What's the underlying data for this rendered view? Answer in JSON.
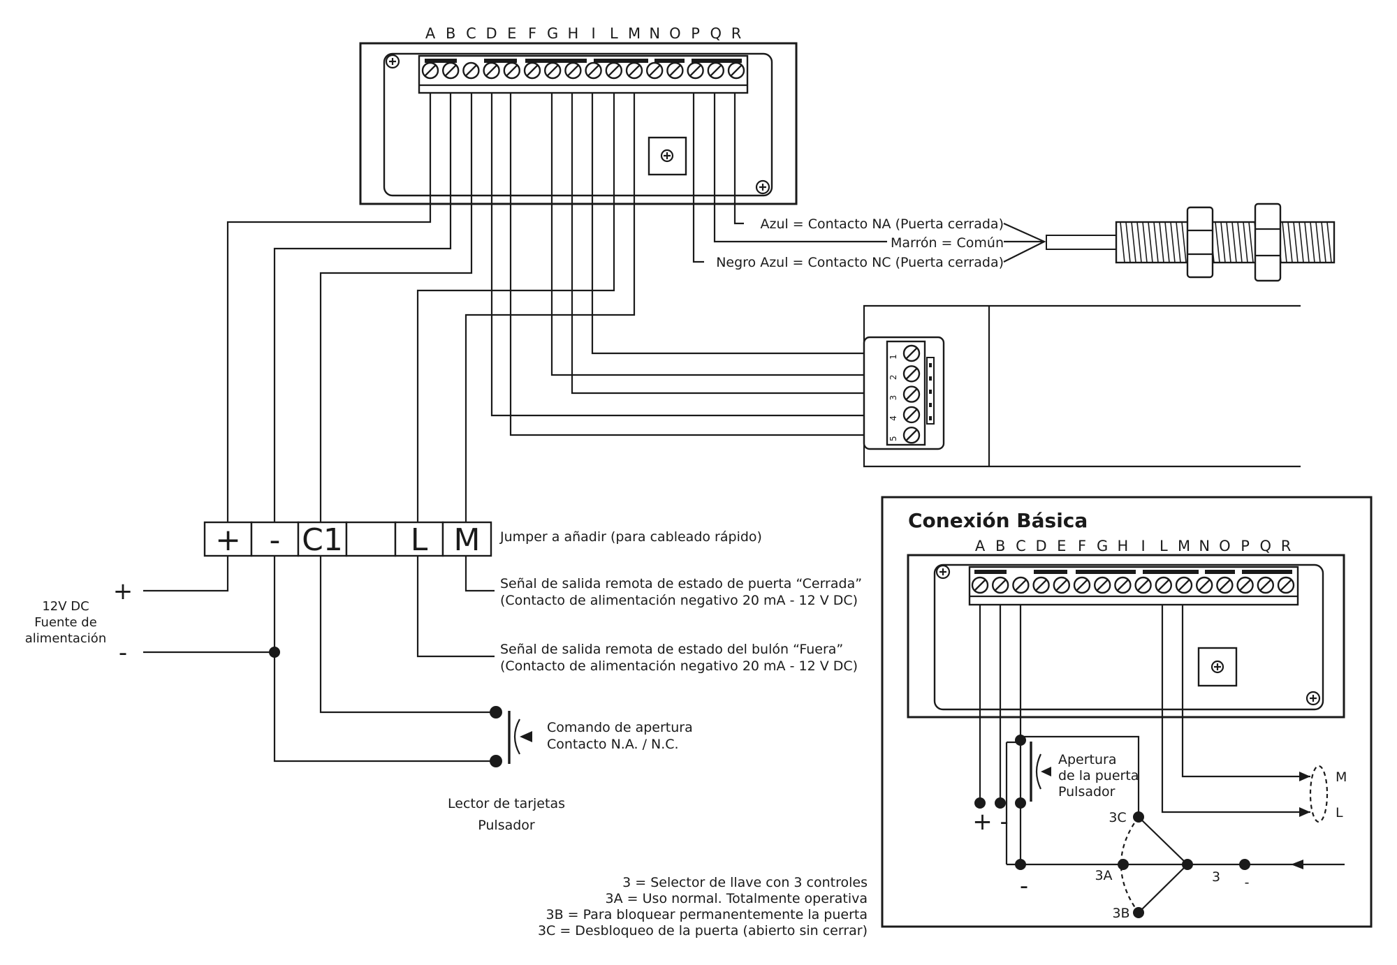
{
  "terminal_letters": [
    "A",
    "B",
    "C",
    "D",
    "E",
    "F",
    "G",
    "H",
    "I",
    "L",
    "M",
    "N",
    "O",
    "P",
    "Q",
    "R"
  ],
  "sensor_labels": {
    "azul": "Azul = Contacto NA (Puerta cerrada)",
    "marron": "Marrón = Común",
    "negro": "Negro Azul = Contacto NC (Puerta cerrada)"
  },
  "connector_numbers": [
    "1",
    "2",
    "3",
    "4",
    "5"
  ],
  "strip_labels": [
    "+",
    "-",
    "C1",
    "",
    "L",
    "M"
  ],
  "jumper_label": "Jumper a añadir (para cableado rápido)",
  "signal_closed": {
    "line1": "Señal de salida remota de estado de puerta “Cerrada”",
    "line2": "(Contacto de alimentación negativo 20 mA - 12 V DC)"
  },
  "signal_out": {
    "line1": "Señal de salida remota de estado del bulón “Fuera”",
    "line2": "(Contacto de alimentación negativo 20 mA - 12 V DC)"
  },
  "power_supply": {
    "line1": "12V DC",
    "line2": "Fuente de",
    "line3": "alimentación",
    "plus": "+",
    "minus": "-"
  },
  "open_command": {
    "line1": "Comando de apertura",
    "line2": "Contacto N.A. / N.C."
  },
  "reader": {
    "line1": "Lector de tarjetas",
    "line2": "Pulsador"
  },
  "legend_lines": [
    "3 = Selector de llave con 3 controles",
    "3A = Uso normal. Totalmente operativa",
    "3B = Para bloquear permanentemente la puerta",
    "3C = Desbloqueo de la puerta (abierto sin cerrar)"
  ],
  "basic": {
    "title": "Conexión Básica",
    "button_line1": "Apertura",
    "button_line2": "de la puerta",
    "button_line3": "Pulsador",
    "plus_minus": "+ -",
    "minus": "-",
    "m": "M",
    "l": "L",
    "s3c": "3C",
    "s3a": "3A",
    "s3b": "3B",
    "s3": "3",
    "dash": "-"
  }
}
